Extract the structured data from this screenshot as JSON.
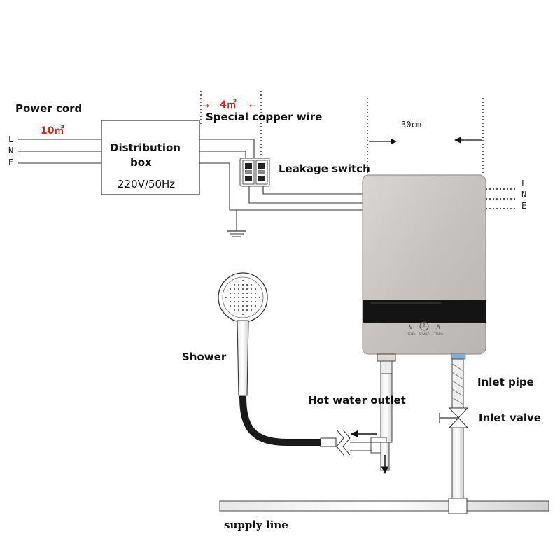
{
  "labels": {
    "power_cord": "Power cord",
    "power_cord_size": "10㎡",
    "copper_wire_size": "4㎡",
    "special_copper_wire": "Special copper wire",
    "distribution_box_line1": "Distribution",
    "distribution_box_line2": "box",
    "voltage": "220V/50Hz",
    "leakage_switch": "Leakage switch",
    "spacing": "30cm",
    "shower": "Shower",
    "hot_water_outlet": "Hot water outlet",
    "inlet_pipe": "Inlet pipe",
    "inlet_valve": "Inlet valve",
    "supply_line": "supply line"
  },
  "wire_letters_left": [
    "L",
    "N",
    "E"
  ],
  "wire_letters_right": [
    "L",
    "N",
    "E"
  ],
  "heater_panel": {
    "button_labels": [
      "TEMP-",
      "POWER",
      "TEMP+"
    ]
  },
  "colors": {
    "accent_red": "#e0201e",
    "heater_body": "#c9c5c2",
    "display": "#141414"
  }
}
